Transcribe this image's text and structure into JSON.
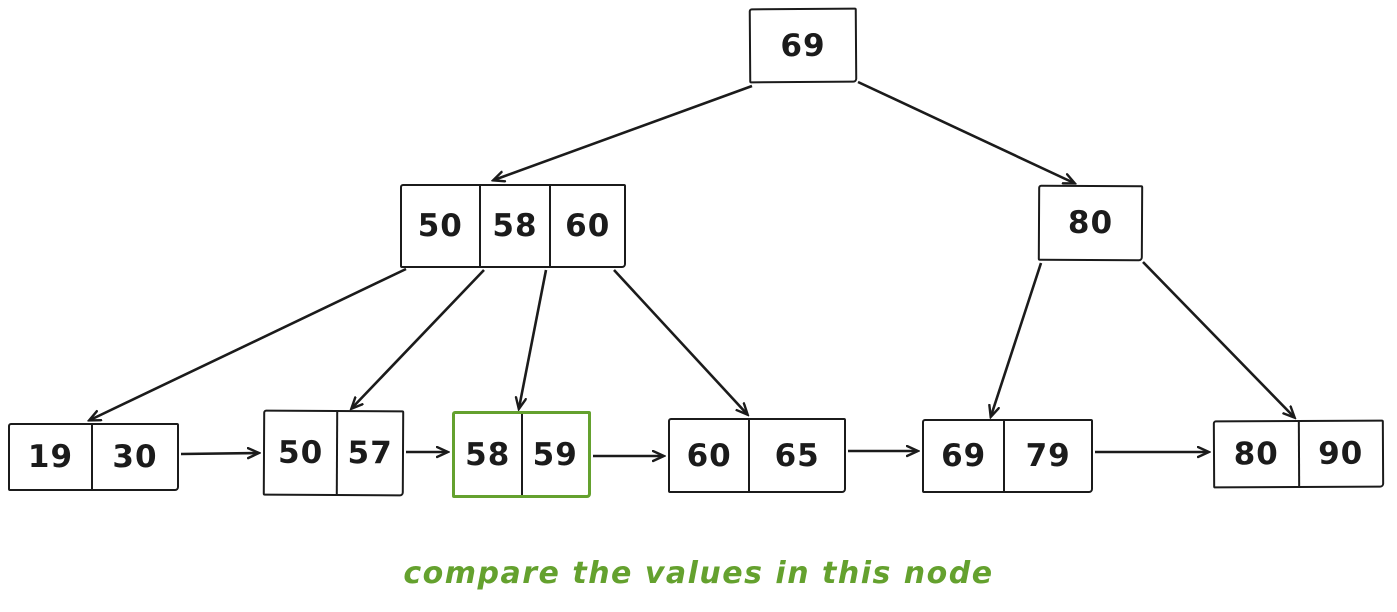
{
  "diagram": {
    "kind": "b-plus-tree",
    "colors": {
      "ink": "#1b1b1b",
      "highlight_green": "#64a12e",
      "background": "#ffffff"
    },
    "tree": {
      "root": {
        "cells": [
          "69"
        ]
      },
      "internal_left": {
        "cells": [
          "50",
          "58",
          "60"
        ]
      },
      "internal_right": {
        "cells": [
          "80"
        ]
      },
      "leaves": [
        {
          "cells": [
            "19",
            "30"
          ],
          "highlighted": false
        },
        {
          "cells": [
            "50",
            "57"
          ],
          "highlighted": false
        },
        {
          "cells": [
            "58",
            "59"
          ],
          "highlighted": true
        },
        {
          "cells": [
            "60",
            "65"
          ],
          "highlighted": false
        },
        {
          "cells": [
            "69",
            "79"
          ],
          "highlighted": false
        },
        {
          "cells": [
            "80",
            "90"
          ],
          "highlighted": false
        }
      ]
    },
    "annotation": {
      "text": "compare the values in this node"
    }
  }
}
